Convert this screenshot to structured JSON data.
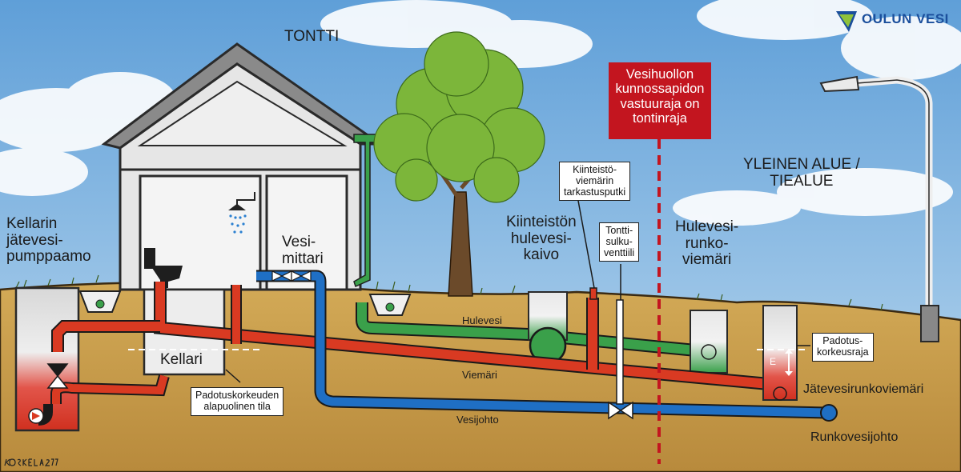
{
  "logo": {
    "text": "OULUN VESI"
  },
  "labels": {
    "tontti": "TONTTI",
    "yleinen_1": "YLEINEN ALUE /",
    "yleinen_2": "TIEALUE",
    "kellarin_1": "Kellarin",
    "kellarin_2": "jätevesi-",
    "kellarin_3": "pumppaamo",
    "vesimittari_1": "Vesi-",
    "vesimittari_2": "mittari",
    "kellari": "Kellari",
    "kiinteiston_hule_1": "Kiinteistön",
    "kiinteiston_hule_2": "hulevesi-",
    "kiinteiston_hule_3": "kaivo",
    "hulevesirunko_1": "Hulevesi-",
    "hulevesirunko_2": "runko-",
    "hulevesirunko_3": "viemäri",
    "hulevesi": "Hulevesi",
    "viemari": "Viemäri",
    "vesijohto": "Vesijohto",
    "jatevesirunko": "Jätevesirunkoviemäri",
    "runkovesijohto": "Runkovesijohto",
    "e": "E"
  },
  "boxes": {
    "tarkastus_1": "Kiinteistö-",
    "tarkastus_2": "viemärin",
    "tarkastus_3": "tarkastusputki",
    "sulku_1": "Tontti-",
    "sulku_2": "sulku-",
    "sulku_3": "venttiili",
    "padotusraja_1": "Padotus-",
    "padotusraja_2": "korkeusraja",
    "padotustila_1": "Padotuskorkeuden",
    "padotustila_2": "alapuolinen tila"
  },
  "vastuu": {
    "line1": "Vesihuollon",
    "line2": "kunnossapidon",
    "line3": "vastuuraja on",
    "line4": "tontinraja"
  },
  "colors": {
    "sky": "#7fb3e0",
    "soil": "#c49a4c",
    "sewer": "#d93a22",
    "water": "#1f6fc4",
    "storm": "#3aa04a",
    "boundary": "#c3151f"
  }
}
